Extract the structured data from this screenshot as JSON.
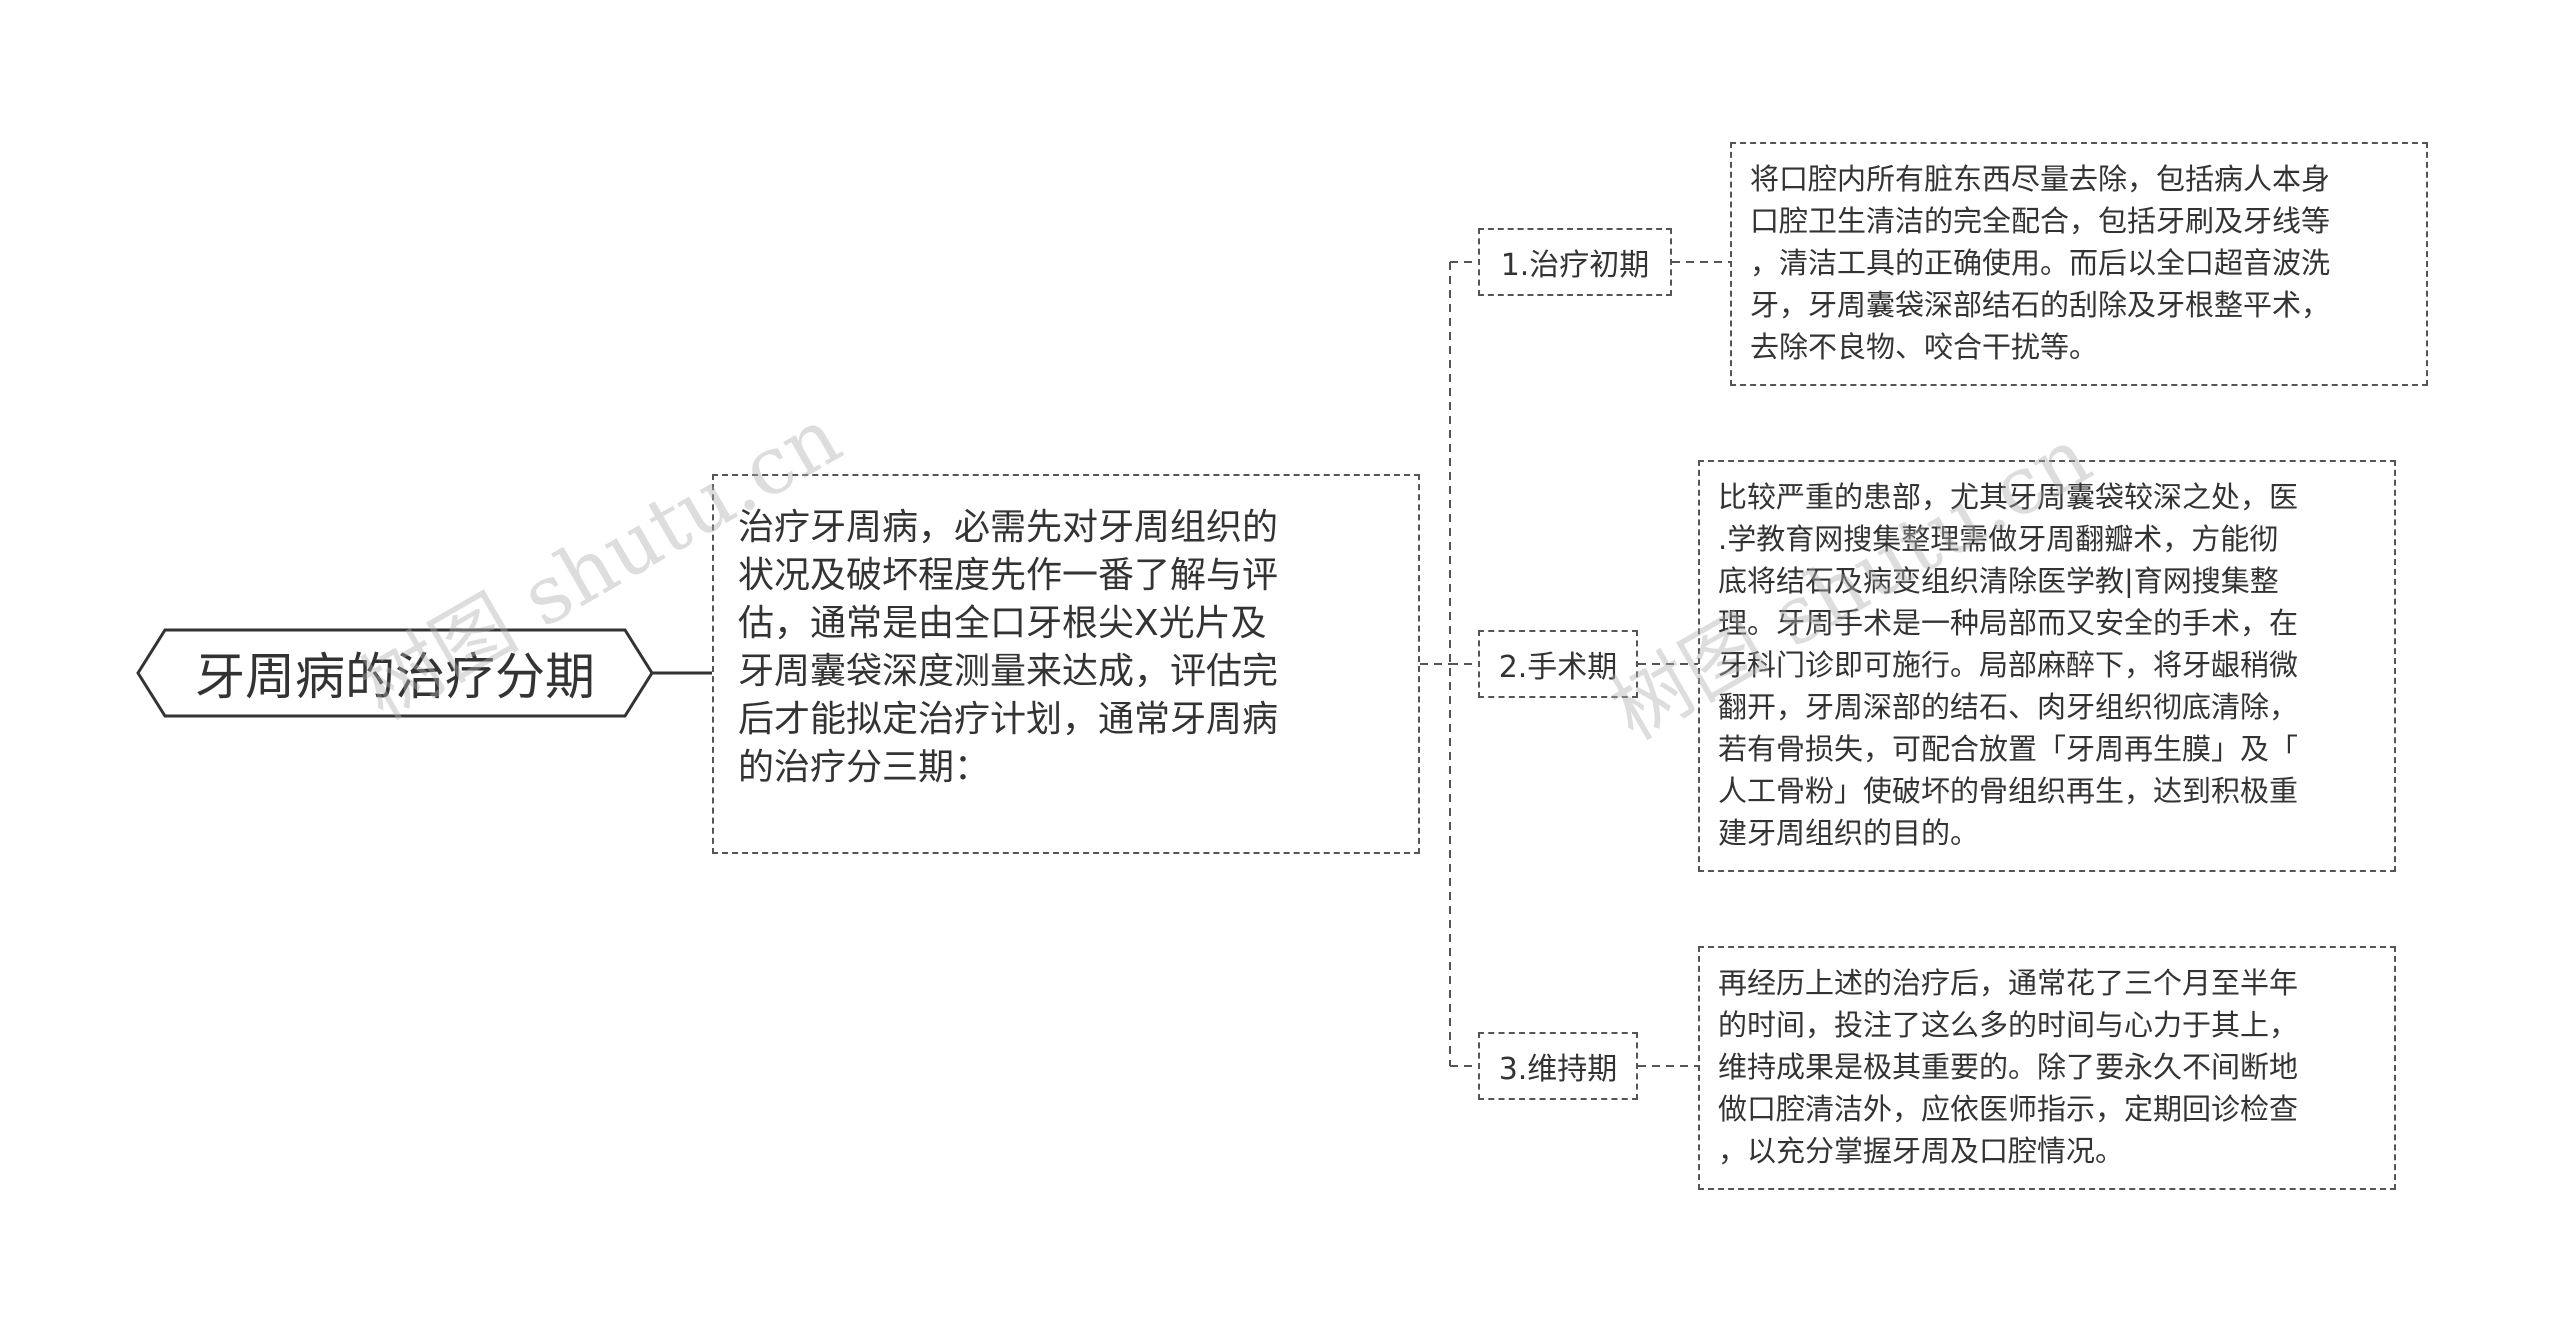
{
  "root": {
    "title": "牙周病的治疗分期"
  },
  "intro": {
    "lines": [
      "治疗牙周病，必需先对牙周组织的",
      "状况及破坏程度先作一番了解与评",
      "估，通常是由全口牙根尖X光片及",
      "牙周囊袋深度测量来达成，评估完",
      "后才能拟定治疗计划，通常牙周病",
      "的治疗分三期："
    ]
  },
  "stages": [
    {
      "label": "1.治疗初期",
      "detail": [
        "将口腔内所有脏东西尽量去除，包括病人本身",
        "口腔卫生清洁的完全配合，包括牙刷及牙线等",
        "，清洁工具的正确使用。而后以全口超音波洗",
        "牙，牙周囊袋深部结石的刮除及牙根整平术，",
        "去除不良物、咬合干扰等。"
      ]
    },
    {
      "label": "2.手术期",
      "detail": [
        "比较严重的患部，尤其牙周囊袋较深之处，医",
        ".学教育网搜集整理需做牙周翻瓣术，方能彻",
        "底将结石及病变组织清除医学教|育网搜集整",
        "理。牙周手术是一种局部而又安全的手术，在",
        "牙科门诊即可施行。局部麻醉下，将牙龈稍微",
        "翻开，牙周深部的结石、肉牙组织彻底清除，",
        "若有骨损失，可配合放置「牙周再生膜」及「",
        "人工骨粉」使破坏的骨组织再生，达到积极重",
        "建牙周组织的目的。"
      ]
    },
    {
      "label": "3.维持期",
      "detail": [
        "再经历上述的治疗后，通常花了三个月至半年",
        "的时间，投注了这么多的时间与心力于其上，",
        "维持成果是极其重要的。除了要永久不间断地",
        "做口腔清洁外，应依医师指示，定期回诊检查",
        "，以充分掌握牙周及口腔情况。"
      ]
    }
  ],
  "watermarks": [
    "树图 shutu.cn",
    "树图 shutu.cn"
  ],
  "colors": {
    "border": "#555555",
    "text": "#333333",
    "root_border": "#333333",
    "watermark": "#afafaf"
  }
}
